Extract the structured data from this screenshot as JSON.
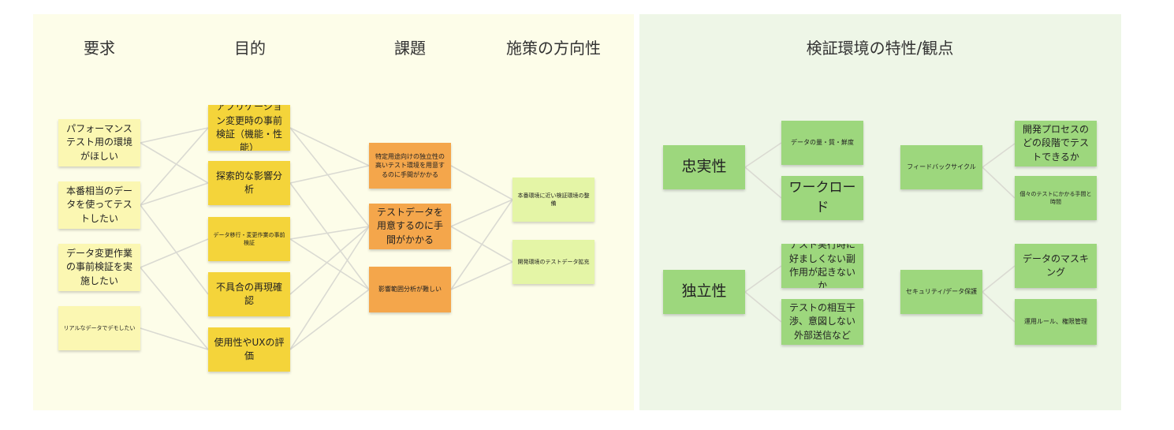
{
  "headings": {
    "requirements": "要求",
    "purpose": "目的",
    "issues": "課題",
    "direction": "施策の方向性",
    "env_perspective": "検証環境の特性/観点"
  },
  "requirements": [
    "パフォーマンステスト用の環境がほしい",
    "本番相当のデータを使ってテストしたい",
    "データ変更作業の事前検証を実施したい",
    "リアルなデータでデモしたい"
  ],
  "purposes": [
    "アプリケーション変更時の事前検証（機能・性能）",
    "探索的な影響分析",
    "データ移行・変更作業の事前検証",
    "不具合の再現確認",
    "使用性やUXの評価"
  ],
  "issues": [
    "特定用途向けの独立性の高いテスト環境を用意するのに手間がかかる",
    "テストデータを用意するのに手間がかかる",
    "影響範囲分析が難しい"
  ],
  "directions": [
    "本番環境に近い検証環境の整備",
    "開発環境のテストデータ拡充"
  ],
  "properties": {
    "fidelity": {
      "label": "忠実性",
      "items": [
        "データの量・質・鮮度",
        "ワークロード"
      ]
    },
    "independence": {
      "label": "独立性",
      "items": [
        "テスト実行時に好ましくない副作用が起きないか",
        "テストの相互干渉、意図しない外部送信など"
      ]
    },
    "feedback": {
      "label": "フィードバックサイクル",
      "items": [
        "開発プロセスのどの段階でテストできるか",
        "個々のテストにかかる手間と時間"
      ]
    },
    "security": {
      "label": "セキュリティ/データ保護",
      "items": [
        "データのマスキング",
        "運用ルール、権限管理"
      ]
    }
  },
  "colors": {
    "left_panel": "#fdfde9",
    "right_panel": "#eef6e7",
    "pale_yellow_note": "#fbf7b2",
    "yellow_note": "#f4d43a",
    "orange_note": "#f4a64b",
    "lime_note": "#e4f5a6",
    "green_note": "#9dd77d",
    "connector": "#dadad2"
  }
}
